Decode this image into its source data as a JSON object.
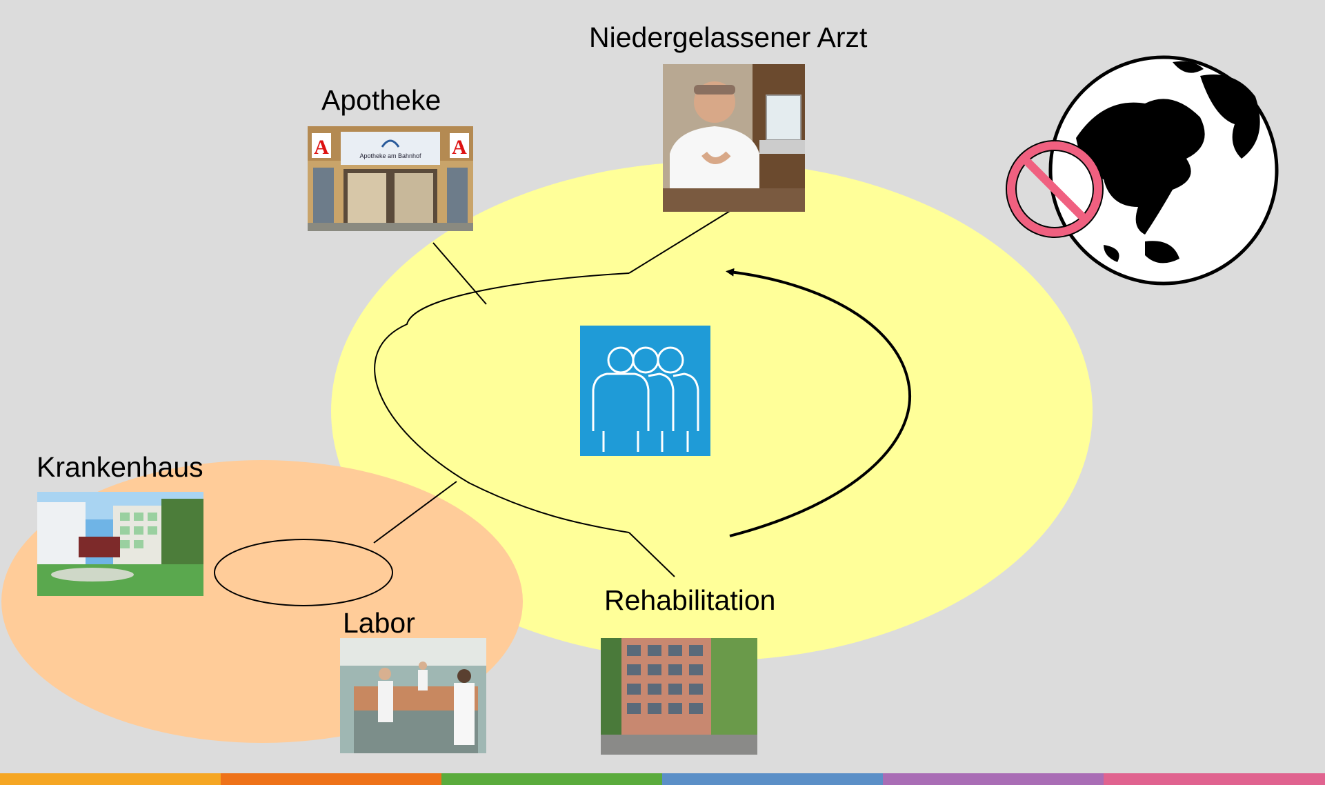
{
  "nodes": {
    "apotheke": {
      "label": "Apotheke",
      "sign_text": "Apotheke am Bahnhof",
      "sign_letter": "A"
    },
    "arzt": {
      "label": "Niedergelassener Arzt"
    },
    "krankenhaus": {
      "label": "Krankenhaus"
    },
    "labor": {
      "label": "Labor"
    },
    "rehabilitation": {
      "label": "Rehabilitation"
    },
    "patients": {
      "icon": "people-group-icon"
    },
    "globe": {
      "icon": "globe-icon",
      "overlay": "prohibited-icon"
    }
  },
  "colors": {
    "background": "#dcdcdc",
    "care_region": "#ffff99",
    "hospital_region": "#ffcc99",
    "patients_tile": "#1f9bd7",
    "prohibit_sign": "#f06080",
    "footer": [
      "#f5a623",
      "#ee7219",
      "#5aab3c",
      "#5b8fc7",
      "#a96db5",
      "#e0638f"
    ]
  }
}
